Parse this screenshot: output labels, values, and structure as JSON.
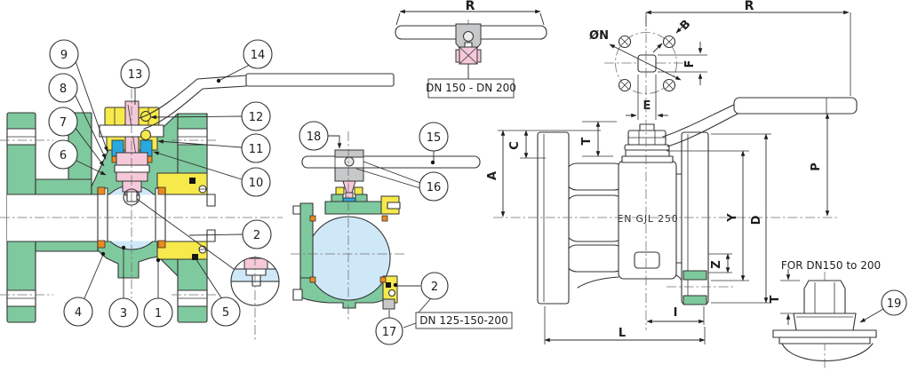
{
  "colors": {
    "green": "#7fc99e",
    "yellow": "#f6e94b",
    "pink": "#f5c9da",
    "ltblue": "#cfe8f8",
    "blue": "#2aa8e0",
    "orange": "#ee8a1d",
    "gray": "#c7c8ca",
    "line": "#333333"
  },
  "callouts": {
    "c1": "1",
    "c2": "2",
    "c3": "3",
    "c4": "4",
    "c5": "5",
    "c6": "6",
    "c7": "7",
    "c8": "8",
    "c9": "9",
    "c10": "10",
    "c11": "11",
    "c12": "12",
    "c13": "13",
    "c14": "14",
    "c15": "15",
    "c16": "16",
    "c17": "17",
    "c18": "18",
    "c19": "19"
  },
  "labels": {
    "handle_range": "DN 150 - DN 200",
    "mid_range": "DN 125-150-200",
    "material": "EN GJL 250",
    "detail_range": "FOR DN150 to 200"
  },
  "dims": {
    "R": "R",
    "diaN": "ØN",
    "B": "B",
    "F": "F",
    "E": "E",
    "C": "C",
    "T": "T",
    "A": "A",
    "P": "P",
    "Y": "Y",
    "D": "D",
    "Z": "Z",
    "I": "I",
    "L": "L"
  }
}
